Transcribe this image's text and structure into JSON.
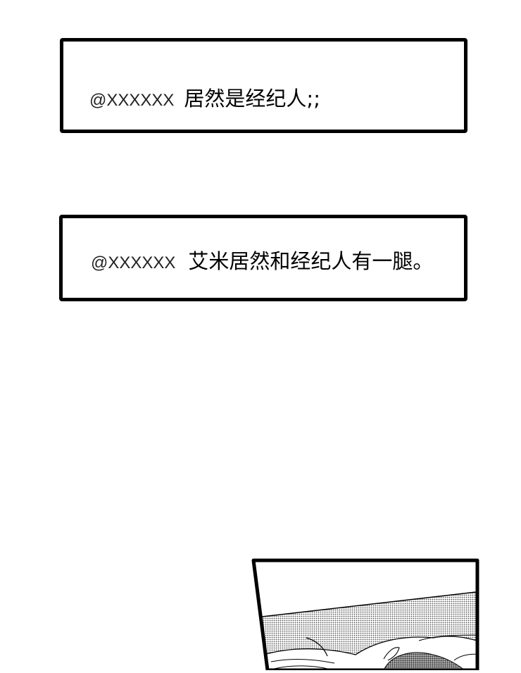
{
  "comments": [
    {
      "handle": "@XXXXXX",
      "text": "居然是经纪人;;"
    },
    {
      "handle": "@XXXXXX",
      "text": "艾米居然和经纪人有一腿。"
    }
  ],
  "panel": {
    "description": "comic-panel-halftone-hair-illustration"
  }
}
